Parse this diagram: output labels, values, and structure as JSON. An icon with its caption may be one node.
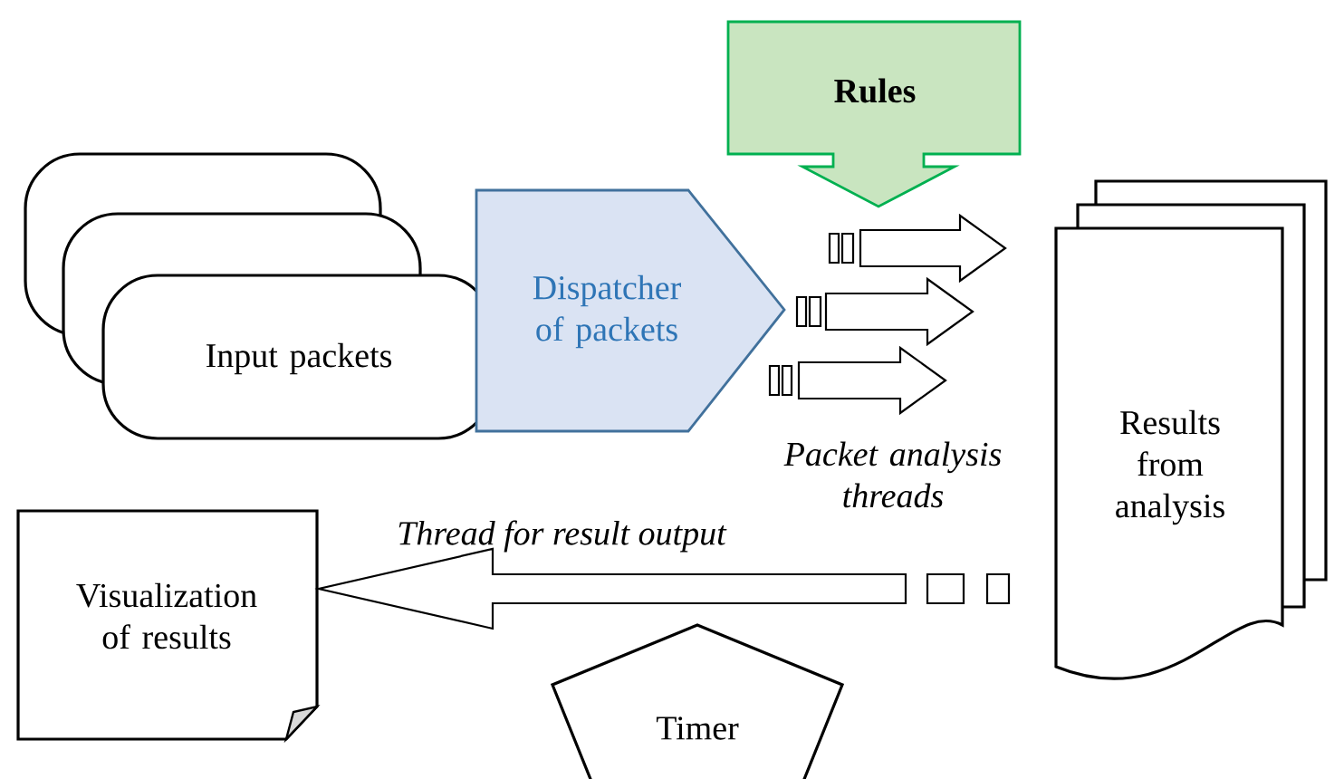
{
  "diagram": {
    "nodes": [
      {
        "text": [
          "Input packets"
        ]
      },
      {
        "text": [
          "Dispatcher of packets"
        ]
      },
      {
        "text": [
          "Rules"
        ]
      },
      {
        "text": [
          "Results from analysis"
        ]
      },
      {
        "text": [
          "Visualization of results"
        ]
      },
      {
        "text": [
          "Timer"
        ]
      }
    ],
    "edges": [
      {
        "from": 1,
        "to": 3,
        "arrow": "to"
      },
      {
        "from": 1,
        "to": 3,
        "arrow": "to"
      },
      {
        "from": 1,
        "to": 3,
        "arrow": "to"
      },
      {
        "from": 3,
        "to": 4,
        "arrow": "to",
        "label": "Thread for result output"
      }
    ],
    "labels": [
      "Packet analysis threads"
    ]
  }
}
